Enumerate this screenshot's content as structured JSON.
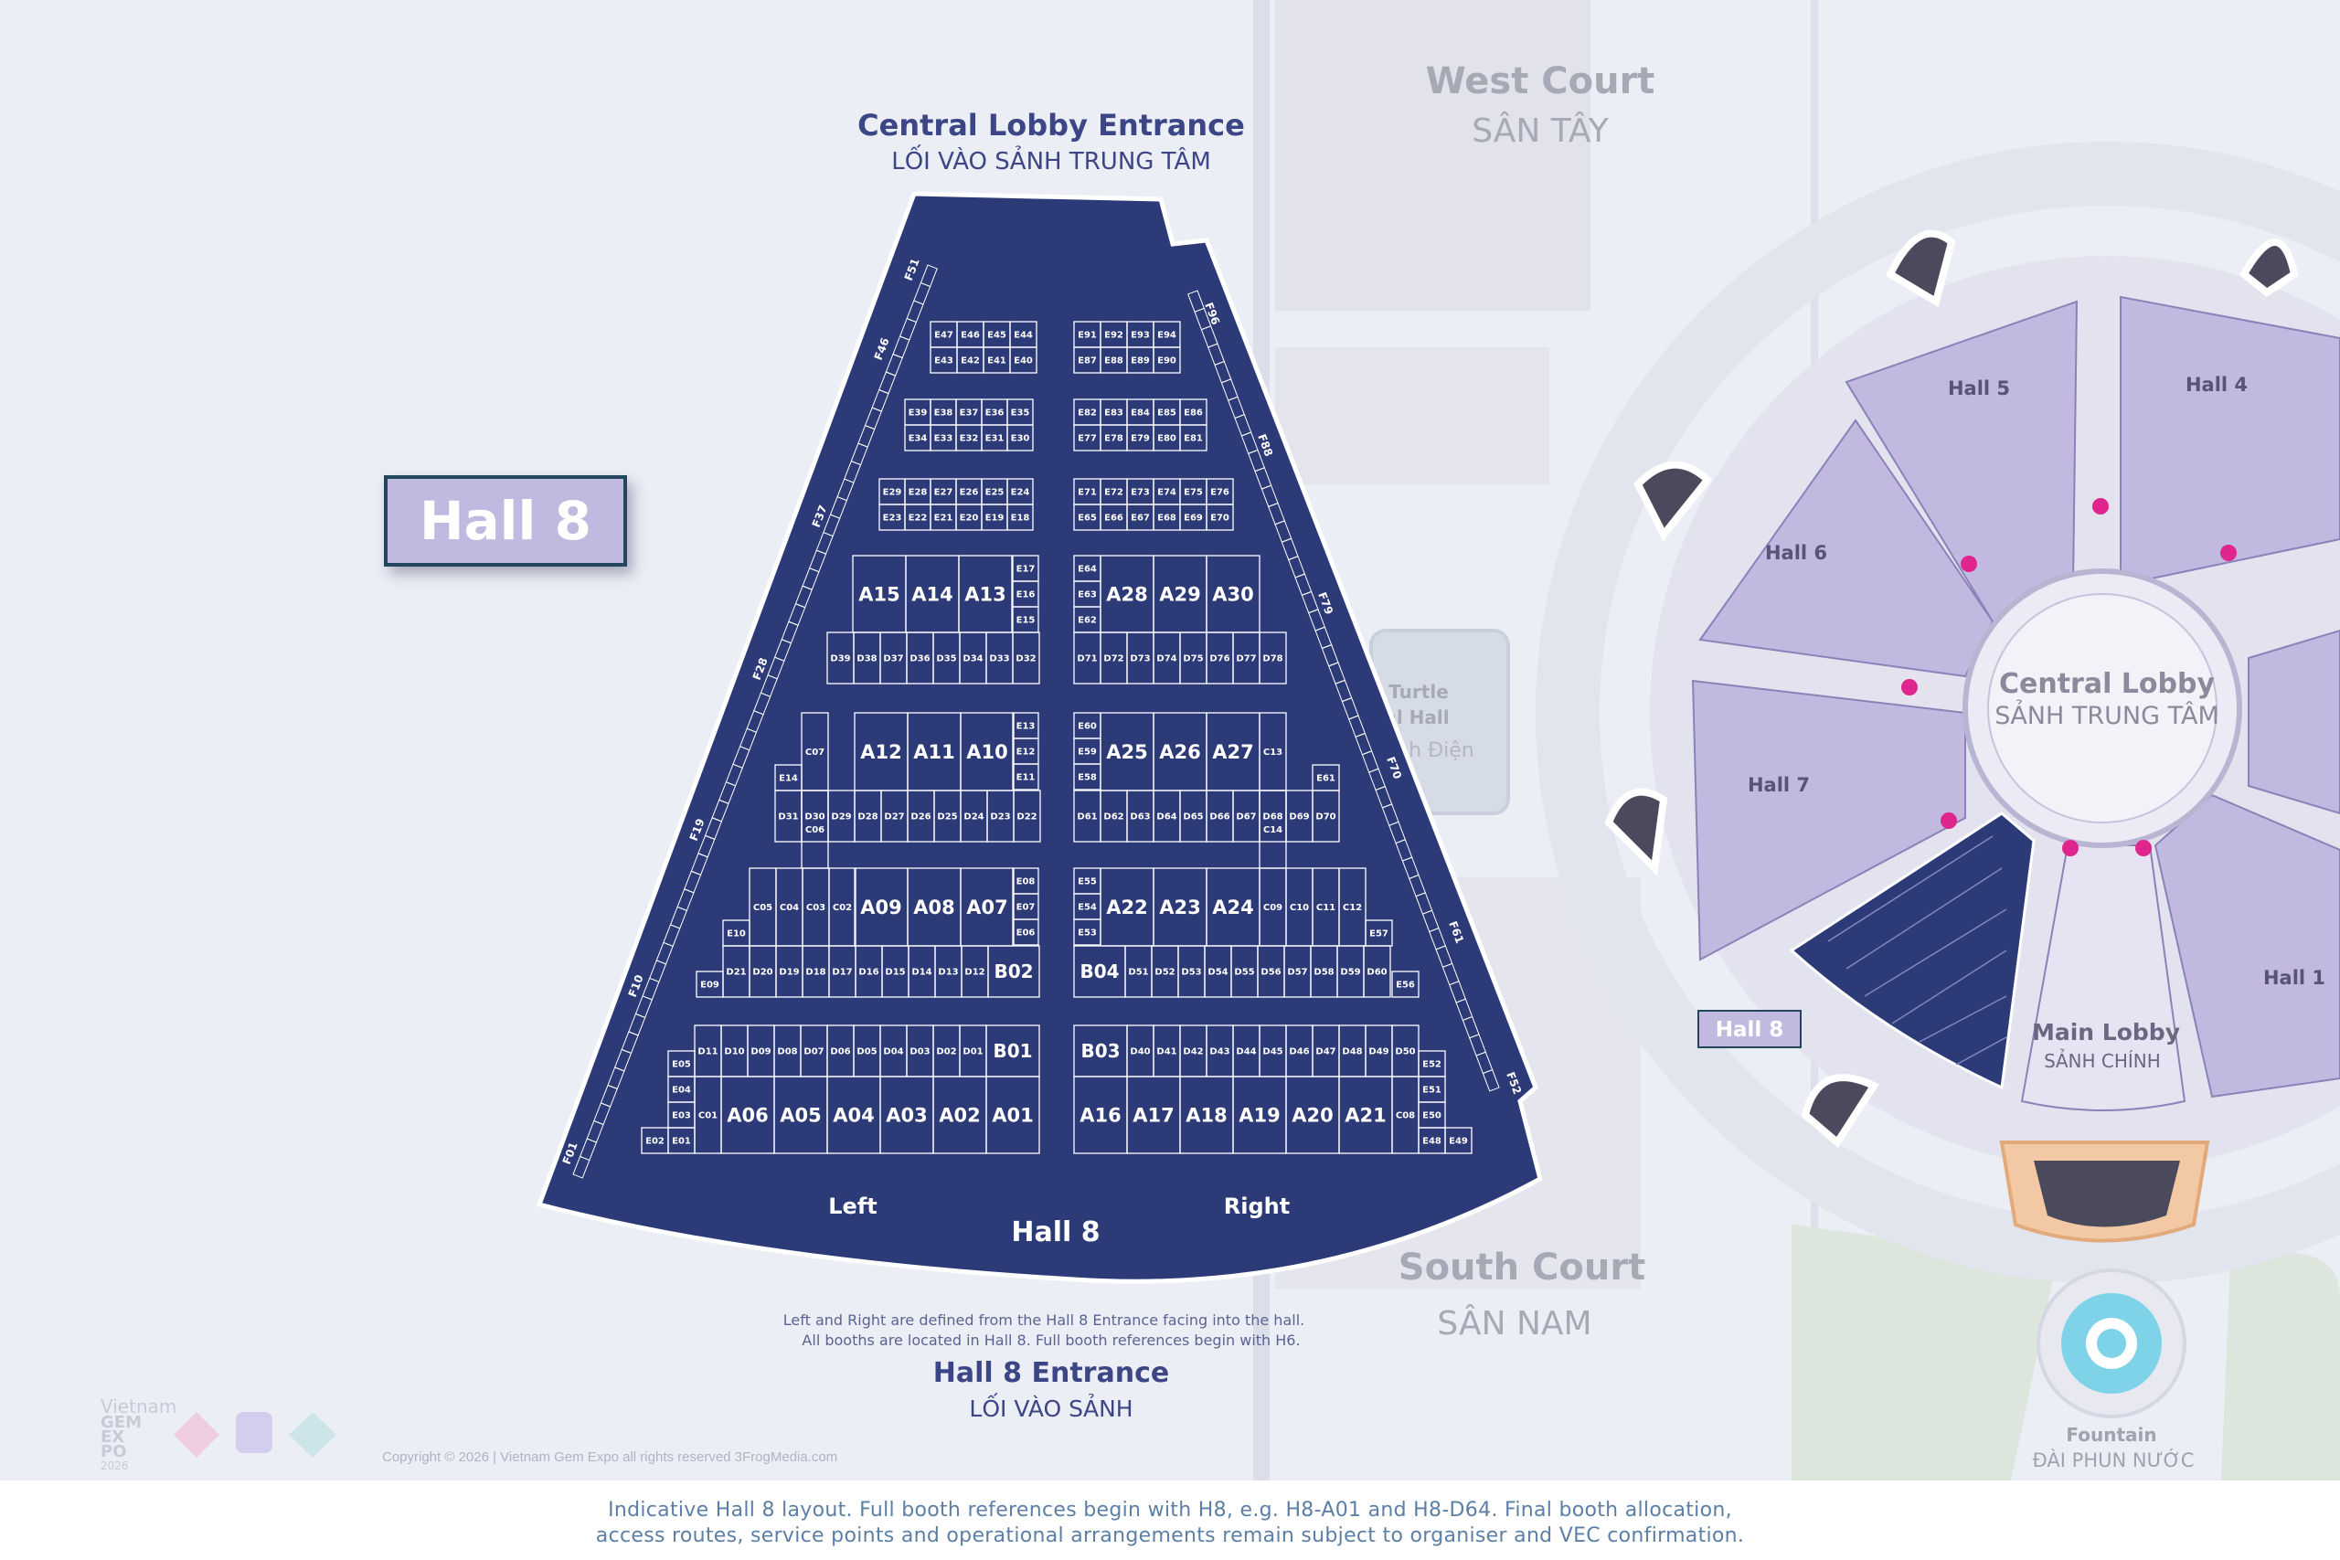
{
  "entrance_top": {
    "title": "Central Lobby Entrance",
    "subtitle": "LỐI VÀO SẢNH TRUNG TÂM"
  },
  "entrance_bottom": {
    "title": "Hall 8 Entrance",
    "subtitle": "LỐI VÀO SẢNH"
  },
  "hall_badge": "Hall 8",
  "hall_label": "Hall 8",
  "side_labels": {
    "left": "Left",
    "right": "Right"
  },
  "notes": [
    "Left and Right are defined from the Hall 8 Entrance facing into the hall.",
    "All booths are located in Hall 8. Full booth references begin with H6."
  ],
  "courts": {
    "west": {
      "title": "West Court",
      "subtitle": "SÂN TÂY"
    },
    "south": {
      "title": "South Court",
      "subtitle": "SÂN NAM"
    },
    "turtle_title": "Turtle",
    "turtle_line2": "al Hall",
    "turtle_line3": "nh Điện"
  },
  "overview": {
    "central_title": "Central Lobby",
    "central_subtitle": "SẢNH TRUNG TÂM",
    "main_title": "Main Lobby",
    "main_subtitle": "SẢNH CHÍNH",
    "halls": [
      "Hall 5",
      "Hall 4",
      "Hall 6",
      "Hall 7",
      "Hall 1"
    ],
    "hall8_badge": "Hall 8",
    "fountain_title": "Fountain",
    "fountain_subtitle": "ĐÀI PHUN NƯỚC"
  },
  "logo": {
    "line1": "Vietnam",
    "line2": "GEM",
    "line3": "EX",
    "line4": "PO",
    "year": "2026"
  },
  "copyright": "Copyright © 2026 | Vietnam Gem Expo all rights reserved 3FrogMedia.com",
  "footer": [
    "Indicative Hall 8 layout. Full booth references begin with H8, e.g. H8-A01 and H8-D64. Final booth allocation,",
    "access routes, service points and operational arrangements remain subject to organiser and VEC confirmation."
  ],
  "f_labels_left": [
    "F01",
    "F10",
    "F19",
    "F28",
    "F37",
    "F46",
    "F51"
  ],
  "f_labels_right": [
    "F52",
    "F61",
    "F70",
    "F79",
    "F88",
    "F96"
  ],
  "left_blocks": [
    {
      "rows": [
        {
          "x0": 0,
          "top": 0,
          "h": 1,
          "cells": [
            "E47",
            "E46",
            "E45",
            "E44"
          ]
        },
        {
          "x0": 0,
          "top": 1,
          "h": 1,
          "cells": [
            "E43",
            "E42",
            "E41",
            "E40"
          ]
        }
      ],
      "pos": "l1"
    },
    {
      "rows": [
        {
          "x0": 0,
          "top": 0,
          "h": 1,
          "cells": [
            "E39",
            "E38",
            "E37",
            "E36",
            "E35"
          ]
        },
        {
          "x0": 0,
          "top": 1,
          "h": 1,
          "cells": [
            "E34",
            "E33",
            "E32",
            "E31",
            "E30"
          ]
        }
      ],
      "pos": "l2"
    },
    {
      "rows": [
        {
          "x0": 0,
          "top": 0,
          "h": 1,
          "cells": [
            "E29",
            "E28",
            "E27",
            "E26",
            "E25",
            "E24"
          ]
        },
        {
          "x0": 0,
          "top": 1,
          "h": 1,
          "cells": [
            "E23",
            "E22",
            "E21",
            "E20",
            "E19",
            "E18"
          ]
        }
      ],
      "pos": "l3"
    }
  ],
  "right_blocks": [
    {
      "rows": [
        {
          "cells": [
            "E91",
            "E92",
            "E93",
            "E94"
          ]
        },
        {
          "cells": [
            "E87",
            "E88",
            "E89",
            "E90"
          ]
        }
      ],
      "pos": "r1"
    },
    {
      "rows": [
        {
          "cells": [
            "E82",
            "E83",
            "E84",
            "E85",
            "E86"
          ]
        },
        {
          "cells": [
            "E77",
            "E78",
            "E79",
            "E80",
            "E81"
          ]
        }
      ],
      "pos": "r2"
    },
    {
      "rows": [
        {
          "cells": [
            "E71",
            "E72",
            "E73",
            "E74",
            "E75",
            "E76"
          ]
        },
        {
          "cells": [
            "E65",
            "E66",
            "E67",
            "E68",
            "E69",
            "E70"
          ]
        }
      ],
      "pos": "r3"
    }
  ],
  "island1": {
    "big_left": [
      "A15",
      "A14",
      "A13"
    ],
    "e_left": [
      "E17",
      "E16",
      "E15"
    ],
    "d_left": [
      "D39",
      "D38",
      "D37",
      "D36",
      "D35",
      "D34",
      "D33",
      "D32"
    ],
    "big_right": [
      "A28",
      "A29",
      "A30"
    ],
    "e_right": [
      "E64",
      "E63",
      "E62"
    ],
    "d_right": [
      "D71",
      "D72",
      "D73",
      "D74",
      "D75",
      "D76",
      "D77",
      "D78"
    ]
  },
  "island2": {
    "c_left": [
      "C07",
      "C06"
    ],
    "big_left": [
      "A12",
      "A11",
      "A10"
    ],
    "e_left": [
      "E13",
      "E12",
      "E11"
    ],
    "e_left_outer": "E14",
    "d_left": [
      "D31",
      "D30",
      "D29",
      "D28",
      "D27",
      "D26",
      "D25",
      "D24",
      "D23",
      "D22"
    ],
    "e_right": [
      "E60",
      "E59",
      "E58"
    ],
    "big_right": [
      "A25",
      "A26",
      "A27"
    ],
    "c_right": [
      "C13",
      "C14"
    ],
    "e_right_outer": "E61",
    "d_right": [
      "D61",
      "D62",
      "D63",
      "D64",
      "D65",
      "D66",
      "D67",
      "D68",
      "D69",
      "D70"
    ]
  },
  "island3": {
    "c_left": [
      "C05",
      "C04",
      "C03",
      "C02"
    ],
    "big_left": [
      "A09",
      "A08",
      "A07"
    ],
    "e_left": [
      "E08",
      "E07",
      "E06"
    ],
    "e_left_outer": [
      "E10",
      "E09"
    ],
    "d_left": [
      "D21",
      "D20",
      "D19",
      "D18",
      "D17",
      "D16",
      "D15",
      "D14",
      "D13",
      "D12"
    ],
    "b_left": "B02",
    "e_right": [
      "E55",
      "E54",
      "E53"
    ],
    "big_right": [
      "A22",
      "A23",
      "A24"
    ],
    "c_right": [
      "C09",
      "C10",
      "C11",
      "C12"
    ],
    "e_right_outer": [
      "E57",
      "E56"
    ],
    "b_right": "B04",
    "d_right": [
      "D51",
      "D52",
      "D53",
      "D54",
      "D55",
      "D56",
      "D57",
      "D58",
      "D59",
      "D60"
    ]
  },
  "island4": {
    "d_left": [
      "D11",
      "D10",
      "D09",
      "D08",
      "D07",
      "D06",
      "D05",
      "D04",
      "D03",
      "D02",
      "D01"
    ],
    "b_left": "B01",
    "e_left": [
      "E05",
      "E04",
      "E03",
      "E01"
    ],
    "e_left_far": "E02",
    "c_left": "C01",
    "big_left": [
      "A06",
      "A05",
      "A04",
      "A03",
      "A02",
      "A01"
    ],
    "b_right": "B03",
    "d_right": [
      "D40",
      "D41",
      "D42",
      "D43",
      "D44",
      "D45",
      "D46",
      "D47",
      "D48",
      "D49",
      "D50"
    ],
    "big_right": [
      "A16",
      "A17",
      "A18",
      "A19",
      "A20",
      "A21"
    ],
    "c_right": "C08",
    "e_right": [
      "E52",
      "E51",
      "E50",
      "E48"
    ],
    "e_right_far": "E49"
  },
  "colors": {
    "hall8": "#2d3a78",
    "hall_purple": "#c2b9e0",
    "background": "#eceef6",
    "accent_pink": "#e0258f",
    "text_blue": "#3c4585"
  }
}
